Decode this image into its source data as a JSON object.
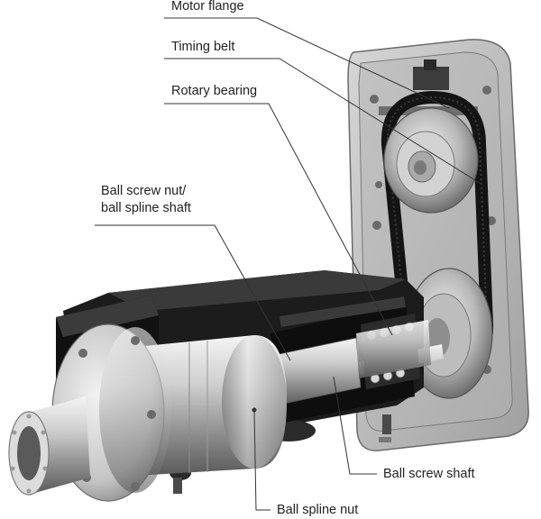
{
  "labels": {
    "motor_flange": "Motor flange",
    "timing_belt": "Timing belt",
    "rotary_bearing": "Rotary bearing",
    "ball_screw_nut_line1": "Ball screw nut/",
    "ball_screw_nut_line2": "ball spline shaft",
    "ball_screw_shaft": "Ball screw shaft",
    "ball_spline_nut": "Ball spline nut"
  },
  "colors": {
    "housing_dark": "#1b1b1b",
    "metal_light": "#d9d9d9",
    "metal_mid": "#a8a8a8",
    "metal_dark": "#5a5a5a",
    "leader_line": "#333333",
    "cover_translucent": "#9c9c9c"
  }
}
